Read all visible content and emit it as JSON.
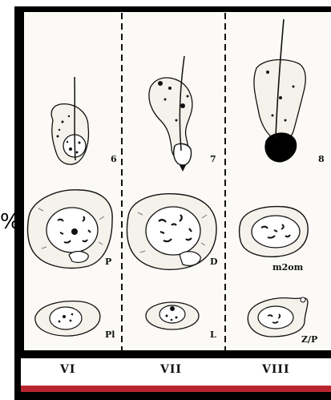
{
  "side_mark": "%",
  "columns": [
    {
      "label": "VI",
      "cells": [
        "6",
        "P",
        "Pl"
      ]
    },
    {
      "label": "VII",
      "cells": [
        "7",
        "D",
        "L"
      ]
    },
    {
      "label": "VIII",
      "cells": [
        "8",
        "m2om",
        "Z/P"
      ]
    }
  ]
}
